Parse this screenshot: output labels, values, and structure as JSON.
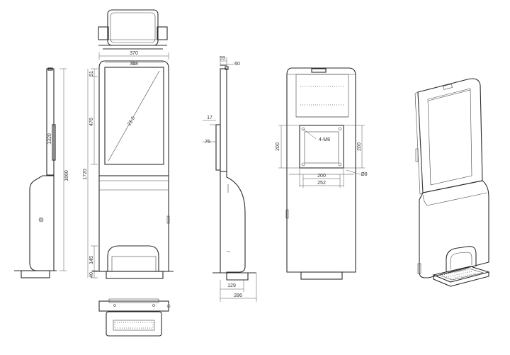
{
  "diagram": {
    "front": {
      "overall_width": "370",
      "screen_width": "358",
      "top_offset": "51",
      "screen_height": "476",
      "screen_diagonal": "21.5",
      "overall_height": "1720",
      "tray_height": "145",
      "base_height": "40"
    },
    "side": {
      "screen_depth": "1320",
      "overall_height": "1660"
    },
    "profile": {
      "top_depth": "59",
      "top_width": "60",
      "bracket_top": "17",
      "bracket_height": "75",
      "base_inner": "129",
      "base_depth": "286"
    },
    "rear": {
      "mount_label": "4-M8",
      "left_height": "200",
      "right_height": "200",
      "inner_width": "200",
      "outer_width": "252",
      "hole_label": "Ø8"
    }
  }
}
